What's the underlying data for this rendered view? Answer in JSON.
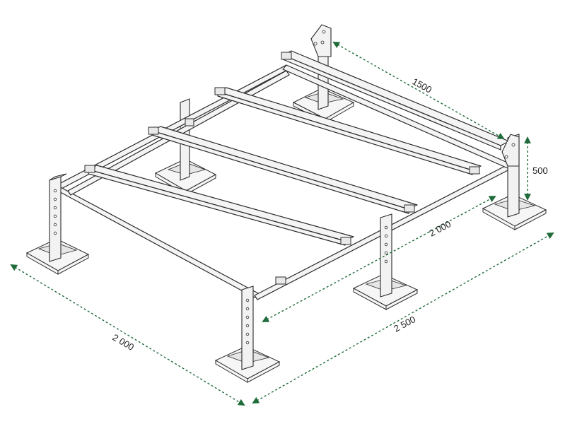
{
  "dimensions": {
    "top_depth": "1500",
    "height": "500",
    "inner_width": "2 000",
    "overall_length": "2 500",
    "overall_width": "2 000"
  },
  "colors": {
    "dimension_line": "#1f6b3a",
    "outline": "#2b2b2b",
    "background": "#ffffff"
  }
}
